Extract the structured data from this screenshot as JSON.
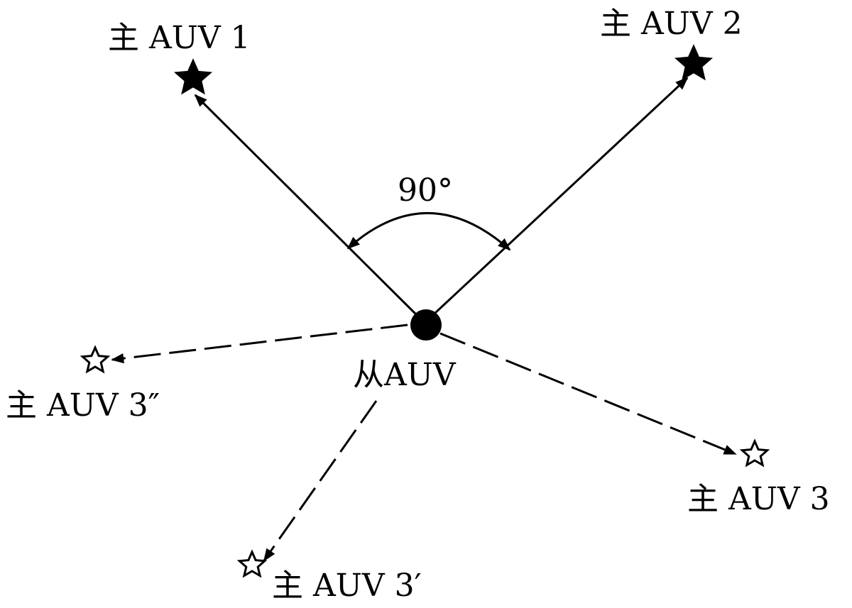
{
  "colors": {
    "ink": "#000000",
    "background": "#ffffff"
  },
  "angle": {
    "label": "90°"
  },
  "slave": {
    "label": "从AUV"
  },
  "masters": [
    {
      "id": "m1",
      "label": "主 AUV 1",
      "state": "filled",
      "link": "solid",
      "icon": "filled-star-icon"
    },
    {
      "id": "m2",
      "label": "主 AUV 2",
      "state": "filled",
      "link": "solid",
      "icon": "filled-star-icon"
    },
    {
      "id": "m3",
      "label": "主 AUV 3",
      "state": "hollow",
      "link": "dashed",
      "icon": "hollow-star-icon"
    },
    {
      "id": "m3p",
      "label": "主 AUV 3′",
      "state": "hollow",
      "link": "dashed",
      "icon": "hollow-star-icon"
    },
    {
      "id": "m3pp",
      "label": "主 AUV 3″",
      "state": "hollow",
      "link": "dashed",
      "icon": "hollow-star-icon"
    }
  ]
}
